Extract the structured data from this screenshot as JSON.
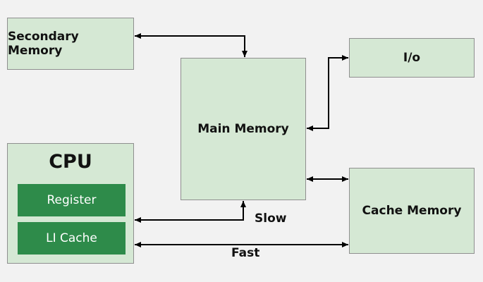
{
  "diagram": {
    "secondary_memory": "Secondary Memory",
    "io": "I/o",
    "main_memory": "Main Memory",
    "cache_memory": "Cache Memory",
    "cpu": {
      "title": "CPU",
      "register": "Register",
      "l1_cache": "LI Cache"
    },
    "slow_label": "Slow",
    "fast_label": "Fast"
  },
  "colors": {
    "box_fill": "#d5e8d4",
    "inner_fill": "#2e8b4a",
    "background": "#f2f2f2"
  }
}
